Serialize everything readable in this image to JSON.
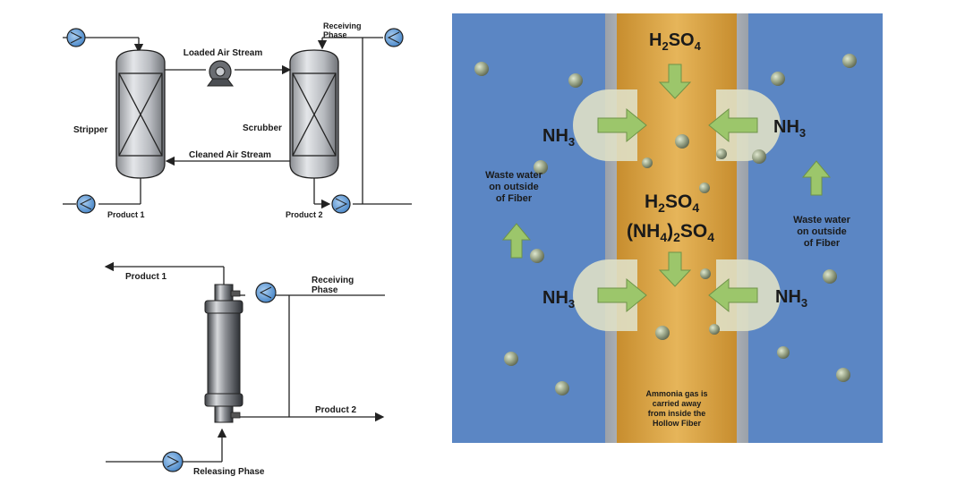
{
  "process_flow": {
    "loaded_air_stream": "Loaded Air Stream",
    "receiving_phase_line1": "Receiving",
    "receiving_phase_line2": "Phase",
    "stripper": "Stripper",
    "scrubber": "Scrubber",
    "cleaned_air_stream": "Cleaned Air Stream",
    "product_1": "Product 1",
    "product_2": "Product 2"
  },
  "membrane_contactor": {
    "product_1": "Product 1",
    "receiving_phase_line1": "Receiving",
    "receiving_phase_line2": "Phase",
    "product_2": "Product 2",
    "releasing_phase": "Releasing Phase"
  },
  "hollow_fiber": {
    "top_reagent": {
      "base": "H",
      "sub1": "2",
      "mid": "SO",
      "sub2": "4"
    },
    "inner_reagent": {
      "base": "H",
      "sub1": "2",
      "mid": "SO",
      "sub2": "4"
    },
    "inner_product": {
      "open": "(NH",
      "sub1": "4",
      "close": ")",
      "sub2": "2",
      "rest": "SO",
      "sub3": "4"
    },
    "nh3": {
      "base": "NH",
      "sub": "3"
    },
    "waste_left": [
      "Waste water",
      "on outside",
      "of Fiber"
    ],
    "waste_right": [
      "Waste water",
      "on outside",
      "of Fiber"
    ],
    "ammonia_note": [
      "Ammonia gas is",
      "carried away",
      "from inside the",
      "Hollow Fiber"
    ],
    "colors": {
      "water": "#5b86c4",
      "fiber": "#d9a443",
      "arrow": "#9cc66b"
    }
  }
}
